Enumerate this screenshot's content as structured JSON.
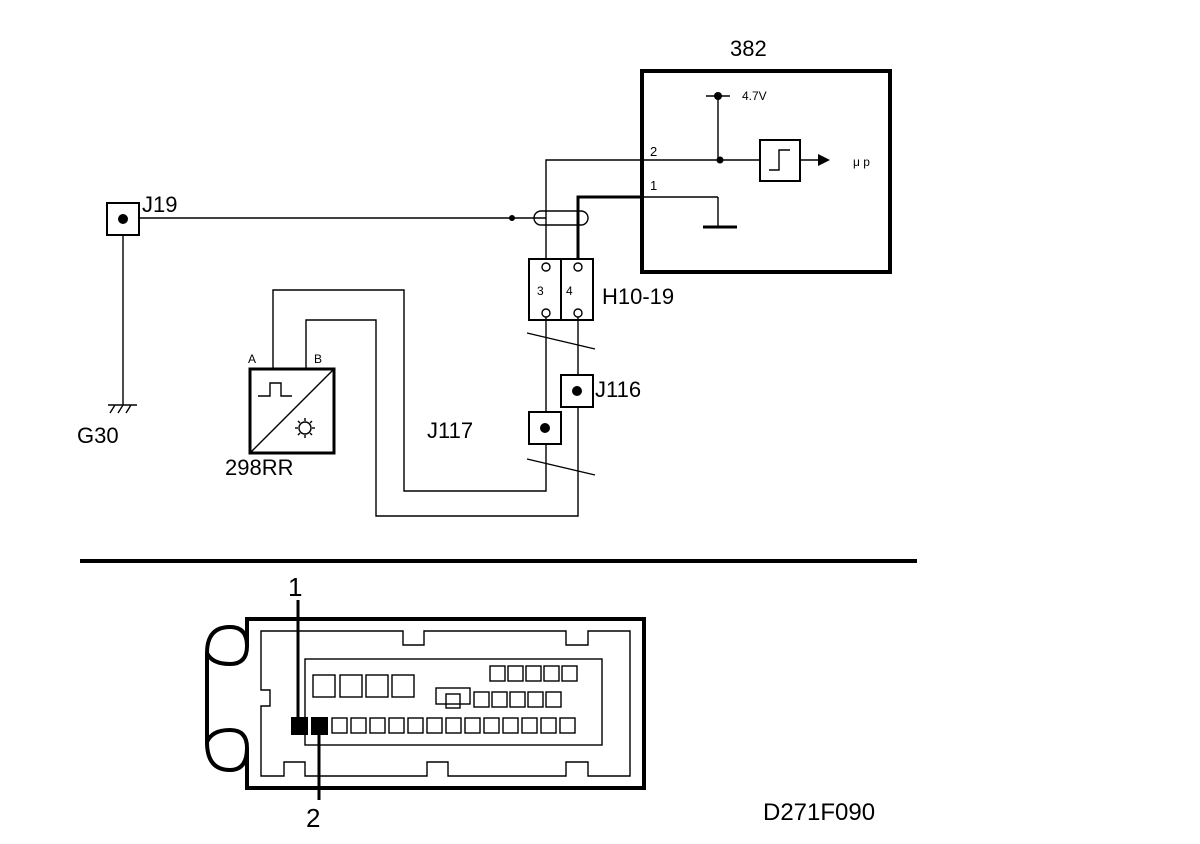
{
  "labels": {
    "ecu": "382",
    "voltage": "4.7V",
    "ecu_pin2": "2",
    "ecu_pin1": "1",
    "mu_p": "μ p",
    "j19": "J19",
    "g30": "G30",
    "h10_19": "H10-19",
    "h_pin3": "3",
    "h_pin4": "4",
    "j116": "J116",
    "j117": "J117",
    "sensor": "298RR",
    "sensor_pin_a": "A",
    "sensor_pin_b": "B",
    "connector_pin1": "1",
    "connector_pin2": "2",
    "figure_code": "D271F090"
  }
}
